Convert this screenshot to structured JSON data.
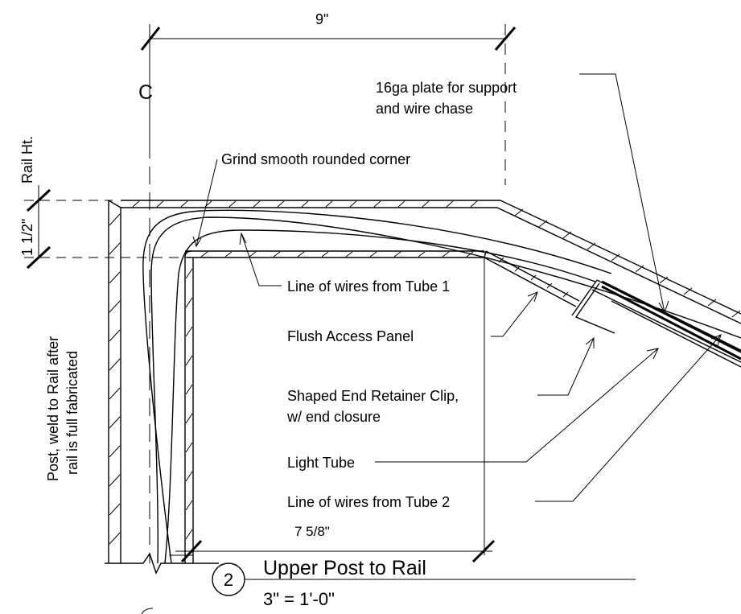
{
  "drawing": {
    "dim_top": "9\"",
    "dim_bottom": "7 5/8\"",
    "dim_rail_ht": "Rail Ht.",
    "dim_side": "1 1/2\"",
    "centerline": "C",
    "callouts": {
      "plate_line1": "16ga plate for support",
      "plate_line2": "and wire chase",
      "grind": "Grind smooth rounded corner",
      "wires_tube1": "Line of wires from Tube 1",
      "access_panel": "Flush Access Panel",
      "clip_line1": "Shaped End Retainer Clip,",
      "clip_line2": "w/ end closure",
      "light_tube": "Light Tube",
      "wires_tube2": "Line of wires from Tube 2",
      "post_line1": "Post, weld to Rail after",
      "post_line2": "rail is full fabricated"
    },
    "title": {
      "number": "2",
      "name": "Upper Post to Rail",
      "scale": "3\" = 1'-0\""
    }
  }
}
